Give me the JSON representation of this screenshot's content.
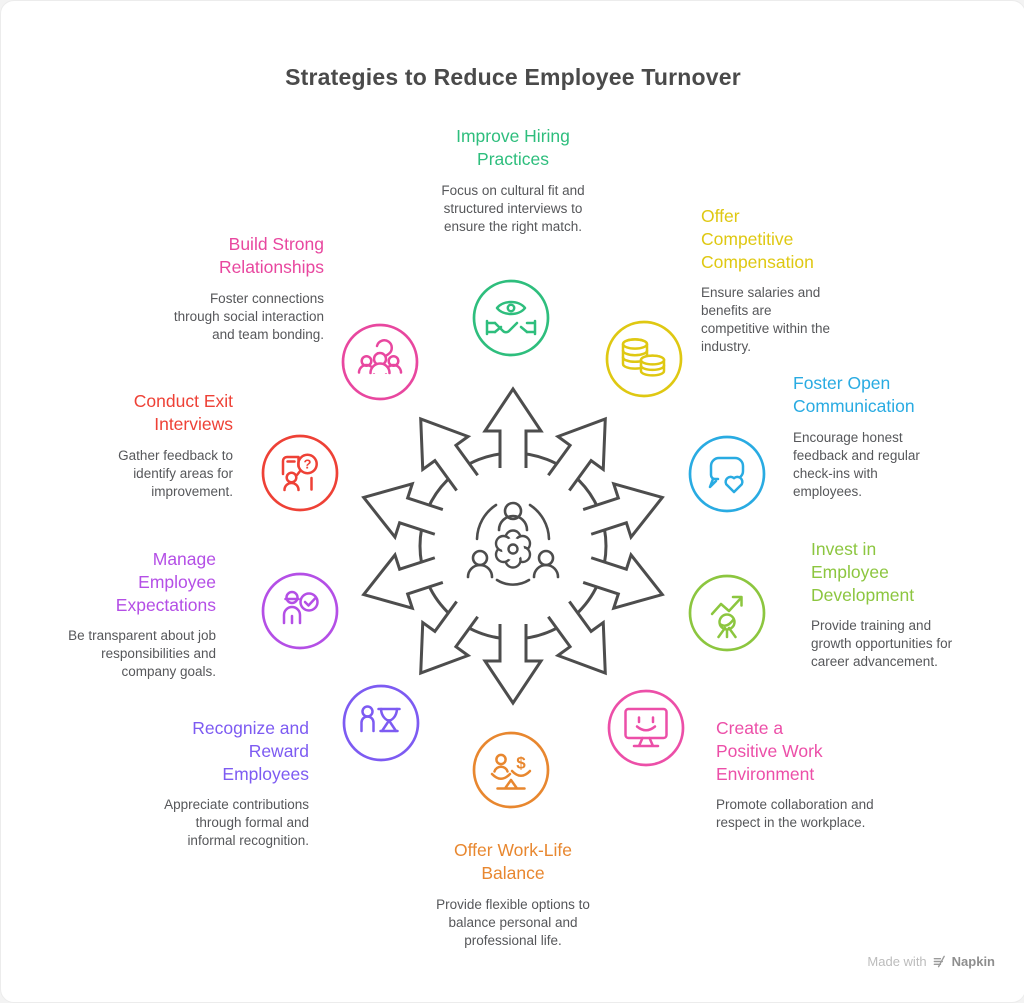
{
  "title": "Strategies to Reduce Employee Turnover",
  "center_icon": "team-collaboration-gear",
  "items": [
    {
      "title": "Improve Hiring Practices",
      "desc": "Focus on cultural fit and structured interviews to ensure the right match.",
      "color": "#2ebe7d",
      "icon": "eye-handshake"
    },
    {
      "title": "Offer Competitive Compensation",
      "desc": "Ensure salaries and benefits are competitive within the industry.",
      "color": "#dfc812",
      "icon": "coins-stack"
    },
    {
      "title": "Foster Open Communication",
      "desc": "Encourage honest feedback and regular check-ins with employees.",
      "color": "#29abe2",
      "icon": "chat-bubble-heart"
    },
    {
      "title": "Invest in Employee Development",
      "desc": "Provide training and growth opportunities for career advancement.",
      "color": "#8cc63f",
      "icon": "growth-arrow-person"
    },
    {
      "title": "Create a Positive Work Environment",
      "desc": "Promote collaboration and respect in the workplace.",
      "color": "#ec4fa8",
      "icon": "monitor-smile"
    },
    {
      "title": "Offer Work-Life Balance",
      "desc": "Provide flexible options to balance personal and professional life.",
      "color": "#e8872f",
      "icon": "balance-scale"
    },
    {
      "title": "Recognize and Reward Employees",
      "desc": "Appreciate contributions through formal and informal recognition.",
      "color": "#7d5bf2",
      "icon": "trophy-person"
    },
    {
      "title": "Manage Employee Expectations",
      "desc": "Be transparent about job responsibilities and company goals.",
      "color": "#b44fe6",
      "icon": "person-checkmark"
    },
    {
      "title": "Conduct Exit Interviews",
      "desc": "Gather feedback to identify areas for improvement.",
      "color": "#ee4136",
      "icon": "person-question-form"
    },
    {
      "title": "Build Strong Relationships",
      "desc": "Foster connections through social interaction and team bonding.",
      "color": "#e8479f",
      "icon": "people-group"
    }
  ],
  "watermark": {
    "made_with": "Made with",
    "brand": "Napkin"
  }
}
